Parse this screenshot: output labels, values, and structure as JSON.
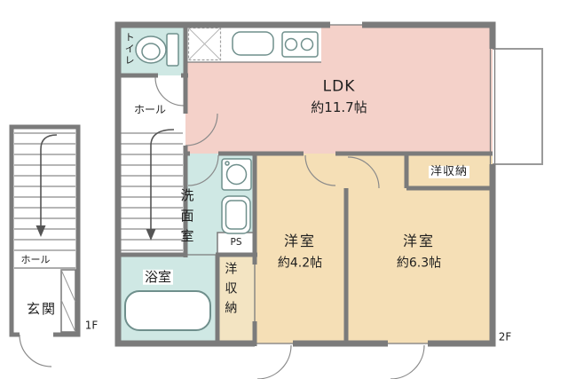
{
  "floorplan": {
    "floor_labels": {
      "first": "1F",
      "second": "2F"
    },
    "rooms": {
      "ldk": {
        "name": "LDK",
        "size": "約11.7帖"
      },
      "toilet": {
        "name": "トイレ"
      },
      "hall_2f": {
        "name": "ホール"
      },
      "washroom": {
        "name": "洗面室"
      },
      "bathroom": {
        "name": "浴室"
      },
      "closet_washroom_side": {
        "name": "洋収納"
      },
      "pipe_space": {
        "name": "PS"
      },
      "western_room_42": {
        "name": "洋室",
        "size": "約4.2帖"
      },
      "western_room_63": {
        "name": "洋室",
        "size": "約6.3帖"
      },
      "closet_63": {
        "name": "洋収納"
      },
      "hall_1f": {
        "name": "ホール"
      },
      "entrance": {
        "name": "玄関"
      }
    },
    "colors": {
      "wall": "#7b7b7b",
      "ldk": "#f4d1c9",
      "western_room": "#f5dfb6",
      "wet_area": "#cfe8e4",
      "closet": "#f3e4c2",
      "background": "#ffffff"
    }
  }
}
